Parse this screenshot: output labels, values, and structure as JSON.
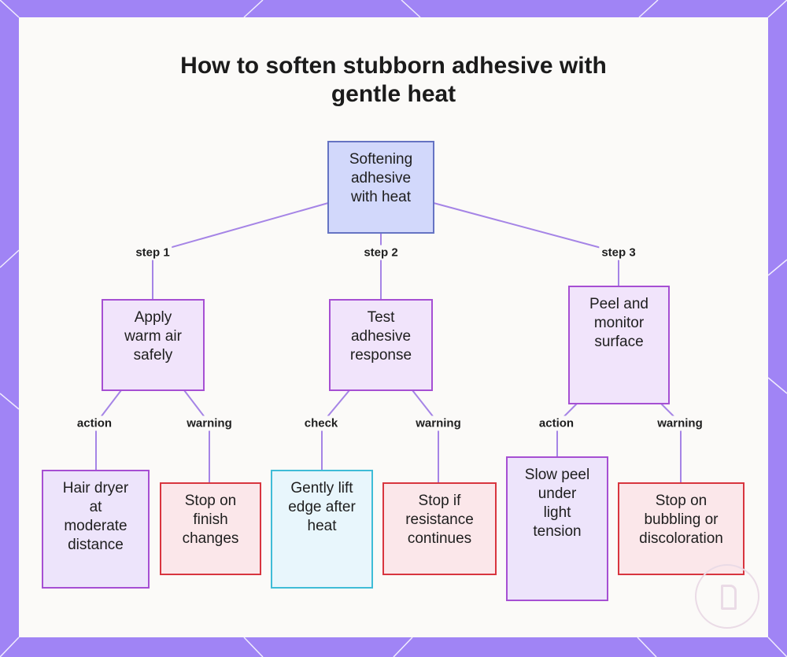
{
  "title": {
    "line1": "How to soften stubborn adhesive with",
    "line2": "gentle heat"
  },
  "nodes": {
    "root": [
      "Softening",
      "adhesive",
      "with heat"
    ],
    "step1": [
      "Apply",
      "warm air",
      "safely"
    ],
    "step2": [
      "Test",
      "adhesive",
      "response"
    ],
    "step3": [
      "Peel and",
      "monitor",
      "surface"
    ],
    "s1_action": [
      "Hair dryer",
      "at",
      "moderate",
      "distance"
    ],
    "s1_warning": [
      "Stop on",
      "finish",
      "changes"
    ],
    "s2_check": [
      "Gently lift",
      "edge after",
      "heat"
    ],
    "s2_warning": [
      "Stop if",
      "resistance",
      "continues"
    ],
    "s3_action": [
      "Slow peel",
      "under",
      "light",
      "tension"
    ],
    "s3_warning": [
      "Stop on",
      "bubbling or",
      "discoloration"
    ]
  },
  "edge_labels": {
    "step1": "step 1",
    "step2": "step 2",
    "step3": "step 3",
    "s1_action": "action",
    "s1_warning": "warning",
    "s2_check": "check",
    "s2_warning": "warning",
    "s3_action": "action",
    "s3_warning": "warning"
  },
  "colors": {
    "frame": "#a084f5",
    "edge": "#a584e6",
    "root_fill": "#d2d8fb",
    "step_fill": "#f1e4fb",
    "warning_border": "#d8353f",
    "check_border": "#3fbcd7"
  }
}
